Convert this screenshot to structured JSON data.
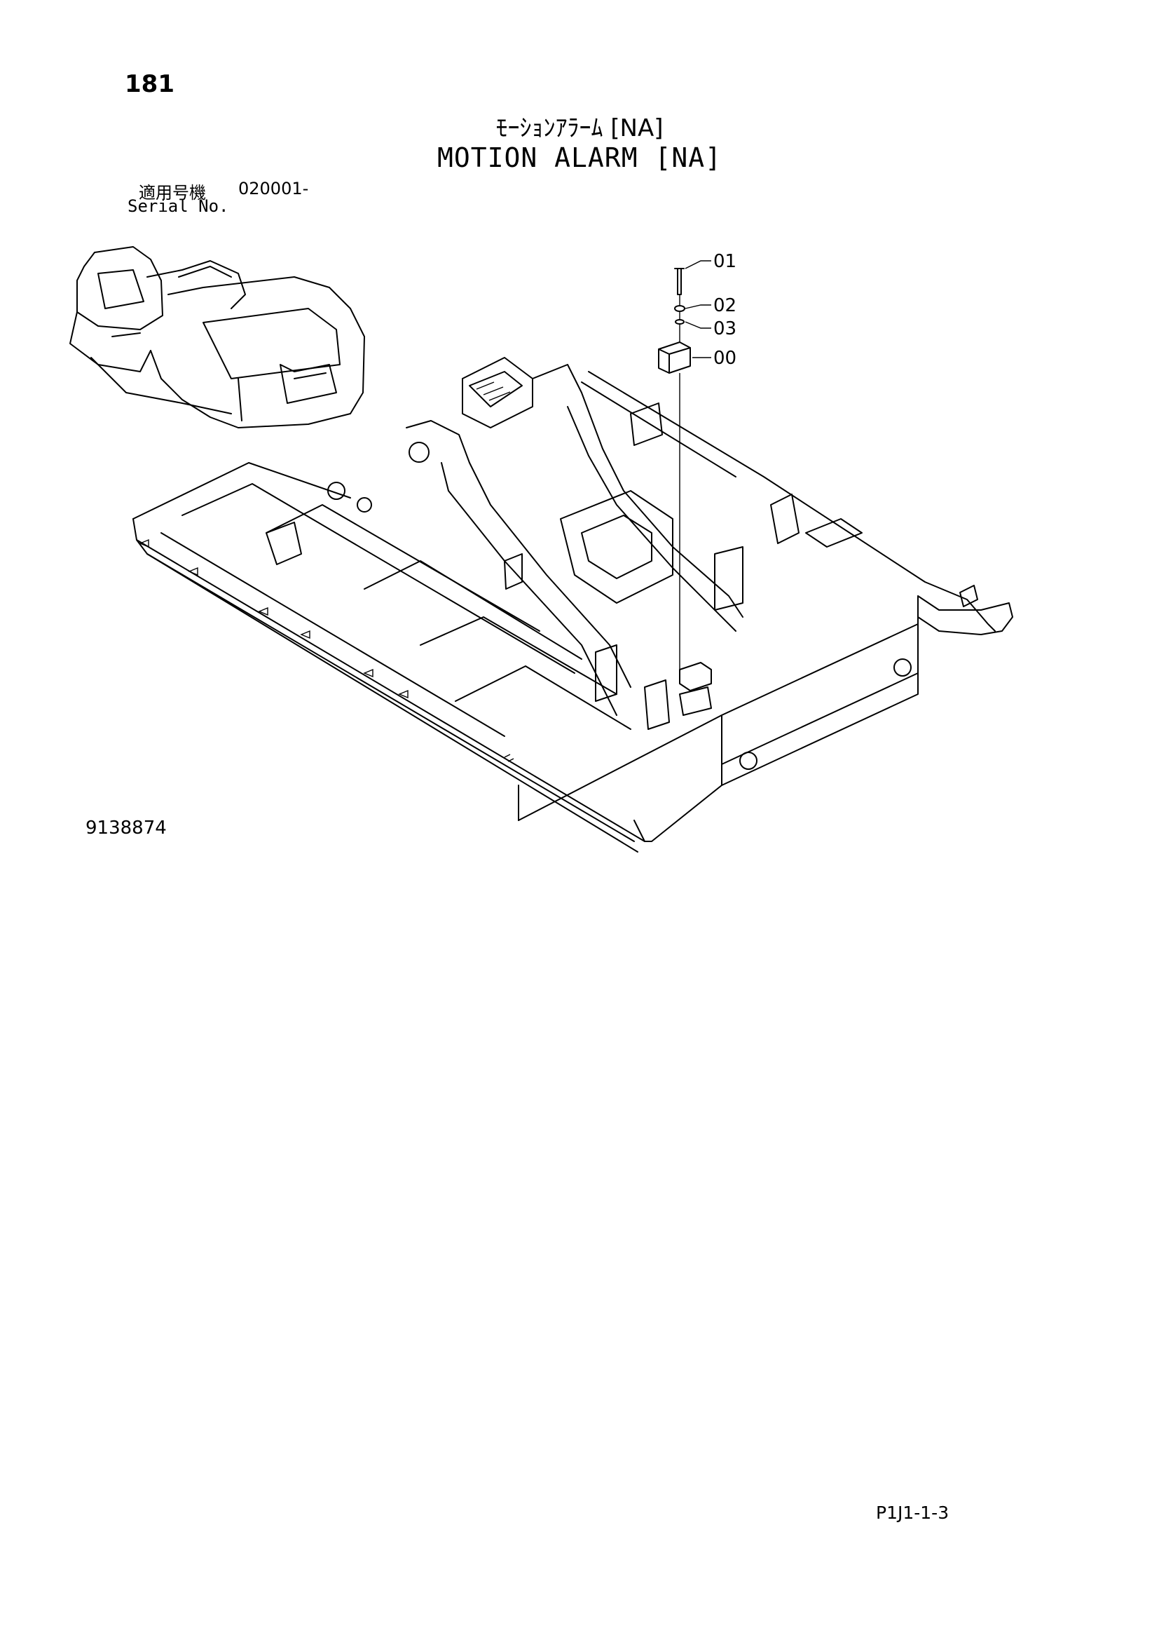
{
  "page_number": "181",
  "title_jp": "ﾓｰｼｮﾝｱﾗｰﾑ [NA]",
  "title_en": "MOTION ALARM [NA]",
  "serial": {
    "label_jp": "適用号機",
    "value": "020001-",
    "label_en": "Serial No."
  },
  "callouts": {
    "c01": "01",
    "c02": "02",
    "c03": "03",
    "c00": "00"
  },
  "figure_number": "9138874",
  "page_code": "P1J1-1-3"
}
